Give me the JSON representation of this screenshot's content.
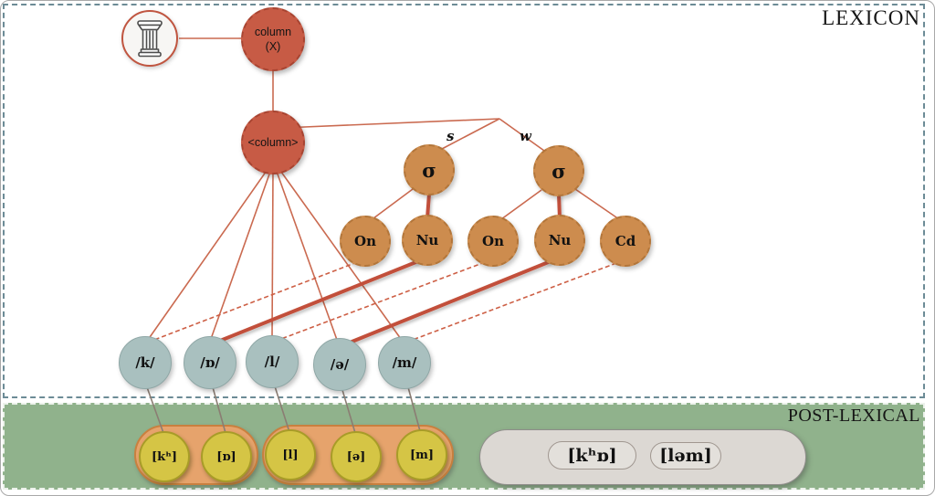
{
  "lexicon": {
    "label": "LEXICON",
    "morpheme": {
      "line1": "column",
      "line2": "(X)"
    },
    "lexical_form": "<column>",
    "stress": {
      "strong": "s",
      "weak": "w"
    },
    "syllables": [
      "σ",
      "σ"
    ],
    "constituents": [
      "On",
      "Nu",
      "On",
      "Nu",
      "Cd"
    ],
    "phonemes": [
      "/k/",
      "/ɒ/",
      "/l/",
      "/ə/",
      "/m/"
    ]
  },
  "post_lexical": {
    "label": "POST-LEXICAL",
    "phones": [
      "[kʰ]",
      "[ɒ]",
      "[l]",
      "[ə]",
      "[m]"
    ],
    "syllabified_output": [
      "[kʰɒ]",
      "[ləm]"
    ]
  },
  "icons": {
    "pillar": "column-pillar-icon"
  },
  "colors": {
    "lexical_node": "#c75b45",
    "prosodic_node": "#cd8c4e",
    "phoneme_node": "#a9c0bf",
    "phone_node": "#d5c545",
    "syllable_pill": "#e6a36c",
    "output_pill": "#dcd8d3",
    "post_lexical_band": "#90b28c",
    "association_line": "#c2503a",
    "lexicon_border": "#6c8b96"
  }
}
